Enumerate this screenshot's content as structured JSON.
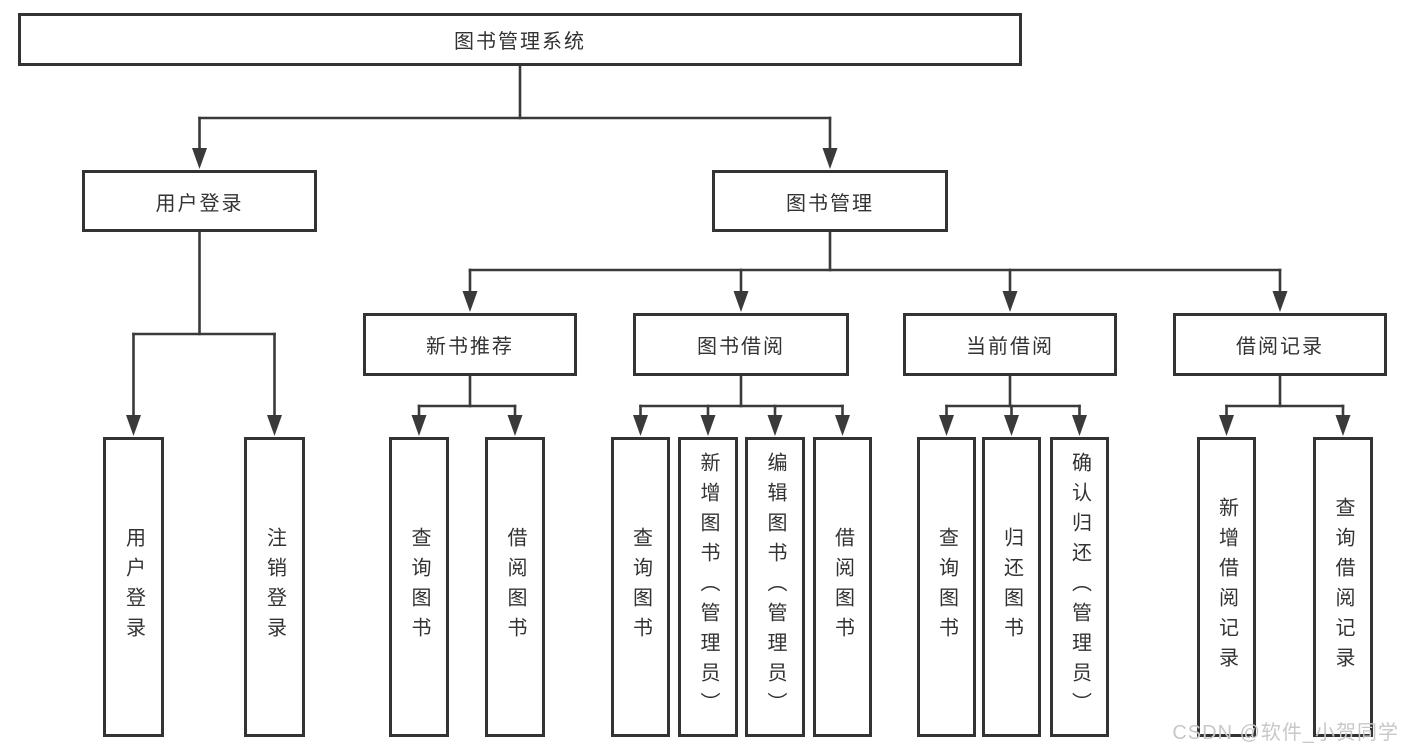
{
  "tree": {
    "id": "root",
    "label": "图书管理系统",
    "children": [
      {
        "id": "user-login",
        "label": "用户登录",
        "children": [
          {
            "id": "ul-login",
            "label": "用户登录"
          },
          {
            "id": "ul-logout",
            "label": "注销登录"
          }
        ]
      },
      {
        "id": "book-mgmt",
        "label": "图书管理",
        "children": [
          {
            "id": "new-book-rec",
            "label": "新书推荐",
            "children": [
              {
                "id": "nbr-query",
                "label": "查询图书"
              },
              {
                "id": "nbr-borrow",
                "label": "借阅图书"
              }
            ]
          },
          {
            "id": "book-borrow",
            "label": "图书借阅",
            "children": [
              {
                "id": "bb-query",
                "label": "查询图书"
              },
              {
                "id": "bb-add",
                "label": "新增图书（管理员）"
              },
              {
                "id": "bb-edit",
                "label": "编辑图书（管理员）"
              },
              {
                "id": "bb-borrow",
                "label": "借阅图书"
              }
            ]
          },
          {
            "id": "current-borrow",
            "label": "当前借阅",
            "children": [
              {
                "id": "cb-query",
                "label": "查询图书"
              },
              {
                "id": "cb-return",
                "label": "归还图书"
              },
              {
                "id": "cb-confirm",
                "label": "确认归还（管理员）"
              }
            ]
          },
          {
            "id": "borrow-records",
            "label": "借阅记录",
            "children": [
              {
                "id": "br-add",
                "label": "新增借阅记录"
              },
              {
                "id": "br-query",
                "label": "查询借阅记录"
              }
            ]
          }
        ]
      }
    ]
  },
  "watermark": {
    "text": "CSDN @软件_小贺同学"
  },
  "colors": {
    "line": "#3a3a3a",
    "border": "#333333",
    "text": "#333333",
    "background": "#ffffff",
    "watermark": "#c8c8c8"
  }
}
